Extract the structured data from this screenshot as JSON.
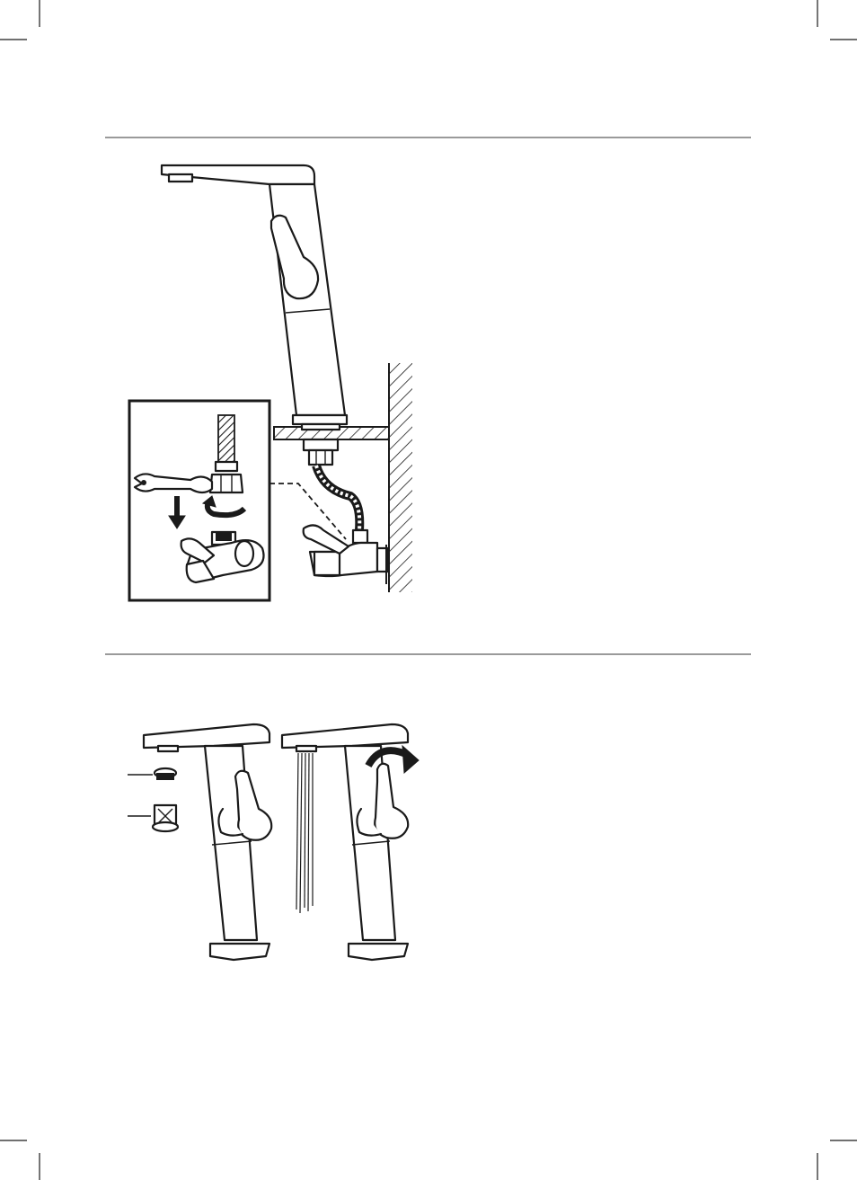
{
  "document": {
    "kind": "installation-manual-page",
    "colors": {
      "ink": "#1a1a1a",
      "rule": "#9a9a9a",
      "paper": "#ffffff"
    },
    "sections": [
      {
        "name": "installation-section",
        "illustration": "basin-mixer-connection-to-angle-valve"
      },
      {
        "name": "aerator-flush-section",
        "illustration": "aerator-removal-and-water-flow"
      }
    ],
    "icons": [
      "wrench-icon",
      "rotate-arrow-icon",
      "down-arrow-icon",
      "turn-lever-arrow-icon"
    ]
  }
}
